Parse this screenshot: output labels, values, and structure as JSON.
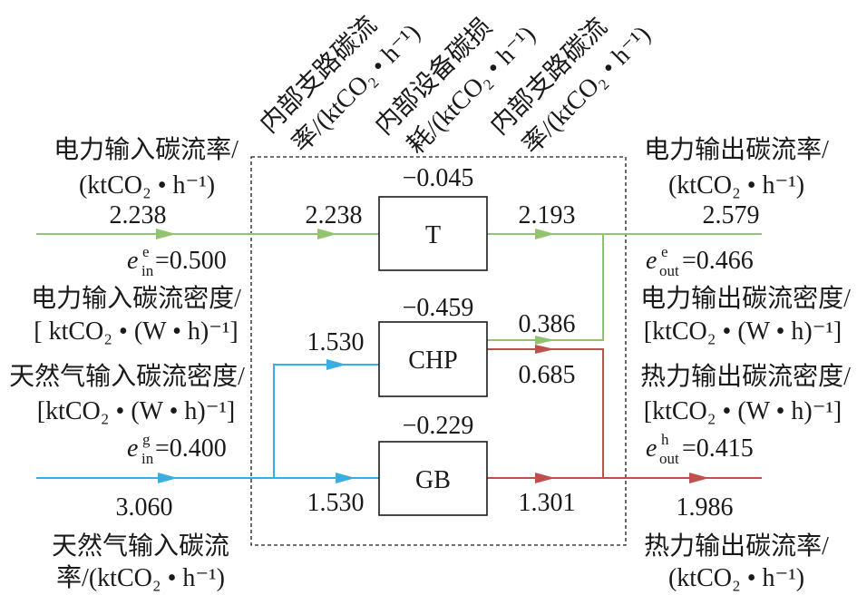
{
  "colors": {
    "electricity": "#92c36f",
    "natural_gas": "#3aaee0",
    "heat": "#c0504d"
  },
  "headers": [
    {
      "line1": "内部支路碳流",
      "line2": "率/(ktCO₂ • h⁻¹)"
    },
    {
      "line1": "内部设备碳损",
      "line2": "耗/(ktCO₂ • h⁻¹)"
    },
    {
      "line1": "内部支路碳流",
      "line2": "率/(ktCO₂ • h⁻¹)"
    }
  ],
  "inputs": {
    "electricity": {
      "rate_label": "电力输入碳流率/",
      "rate_unit": "(ktCO₂ • h⁻¹)",
      "rate_value": "2.238",
      "density": {
        "base": "e",
        "sup": "e",
        "sub": "in",
        "value": "=0.500"
      },
      "density_label": "电力输入碳流密度/",
      "density_unit": "[ ktCO₂ • (W • h)⁻¹]"
    },
    "natural_gas": {
      "density_label": "天然气输入碳流密度/",
      "density_unit": "[ktCO₂ • (W • h)⁻¹]",
      "density": {
        "base": "e",
        "sup": "g",
        "sub": "in",
        "value": "=0.400"
      },
      "rate_value": "3.060",
      "rate_label": "天然气输入碳流",
      "rate_unit": "率/(ktCO₂ • h⁻¹)"
    }
  },
  "outputs": {
    "electricity": {
      "rate_label": "电力输出碳流率/",
      "rate_unit": "(ktCO₂ • h⁻¹)",
      "rate_value": "2.579",
      "density": {
        "base": "e",
        "sup": "e",
        "sub": "out",
        "value": "=0.466"
      },
      "density_label": "电力输出碳流密度/",
      "density_unit": "[ktCO₂ • (W • h)⁻¹]"
    },
    "heat": {
      "density_label": "热力输出碳流密度/",
      "density_unit": "[ktCO₂ • (W • h)⁻¹]",
      "density": {
        "base": "e",
        "sup": "h",
        "sub": "out",
        "value": "=0.415"
      },
      "rate_value": "1.986",
      "rate_label": "热力输出碳流率/",
      "rate_unit": "(ktCO₂ • h⁻¹)"
    }
  },
  "devices": {
    "transformer": {
      "name": "T",
      "loss": "−0.045",
      "in_flow": "2.238",
      "out_flow": "2.193"
    },
    "chp": {
      "name": "CHP",
      "loss": "−0.459",
      "in_flow": "1.530",
      "out_electricity_flow": "0.386",
      "out_heat_flow": "0.685"
    },
    "gas_boiler": {
      "name": "GB",
      "loss": "−0.229",
      "in_flow": "1.530",
      "out_flow": "1.301"
    }
  }
}
